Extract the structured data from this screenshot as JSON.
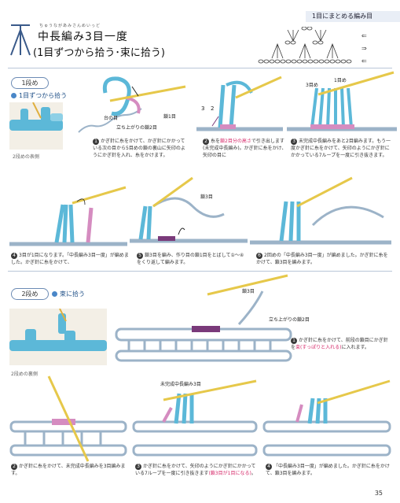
{
  "header": {
    "category": "1目にまとめる編み目"
  },
  "title": {
    "ruby": "ちゅうながあみさんめいっど",
    "main": "中長編み3目一度",
    "sub": "(1目ずつから拾う･束に拾う)"
  },
  "section1": {
    "row": "1段め",
    "method": "1目ずつから拾う",
    "photo_caption": "2段めの表側",
    "steps": {
      "s1": "かぎ針に糸をかけて、かぎ針にかかっている次の目から5目めの鎖の裏山に矢印のようにかぎ針を入れ、糸をかけます。",
      "s2_pre": "糸を",
      "s2_hl": "鎖2目分の高さ",
      "s2_post": "で引き出します(未完成中長編み)。かぎ針に糸をかけ、矢印の目に",
      "s3": "未完成中長編みをあと2目編みます。もう一度かぎ針に糸をかけて、矢印のようにかぎ針にかかっている7ループを一度に引き抜きます。",
      "s4": "3目が1目になります。「中長編み3目一度」が編めました。かぎ針に糸をかけて、",
      "s5": "鎖3目を編み、作り目の鎖1目をとばして①〜④をくり返して編みます。",
      "s6": "2回めの「中長編み3目一度」が編めました。かぎ針に糸をかけて、鎖3目を編みます。"
    },
    "labels": {
      "stitch1": "台の目",
      "stitch2": "立ち上がりの鎖2目",
      "chain_stitch": "鎖1目",
      "chain3": "鎖3目",
      "third": "3目め",
      "first": "1目め",
      "n2": "2",
      "n3": "3"
    }
  },
  "section2": {
    "row": "2段め",
    "method": "束に拾う",
    "photo_caption": "2段めの裏側",
    "labels": {
      "chain3": "鎖3目",
      "standup": "立ち上がりの鎖2目",
      "unfinished": "未完成中長編み3目"
    },
    "steps": {
      "s1_pre": "かぎ針に糸をかけて、前段の鎖目にかぎ針を",
      "s1_hl": "束(すっぽりと入れる)",
      "s1_post": "に入れます。",
      "s2": "かぎ針に糸をかけて、未完成中長編みを3目編みます。",
      "s3_pre": "かぎ針に糸をかけて、矢印のようにかぎ針にかかっている7ループを一度に引き抜きます",
      "s3_hl": "(鎖3目が1目になる)",
      "s3_post": "。",
      "s4": "「中長編み3目一度」が編めました。かぎ針に糸をかけて、鎖3目を編みます。"
    }
  },
  "page_number": "35",
  "colors": {
    "blue": "#5cb8d8",
    "pink": "#d58cc0",
    "accent": "#4a87c8",
    "highlight": "#d62a6a"
  }
}
